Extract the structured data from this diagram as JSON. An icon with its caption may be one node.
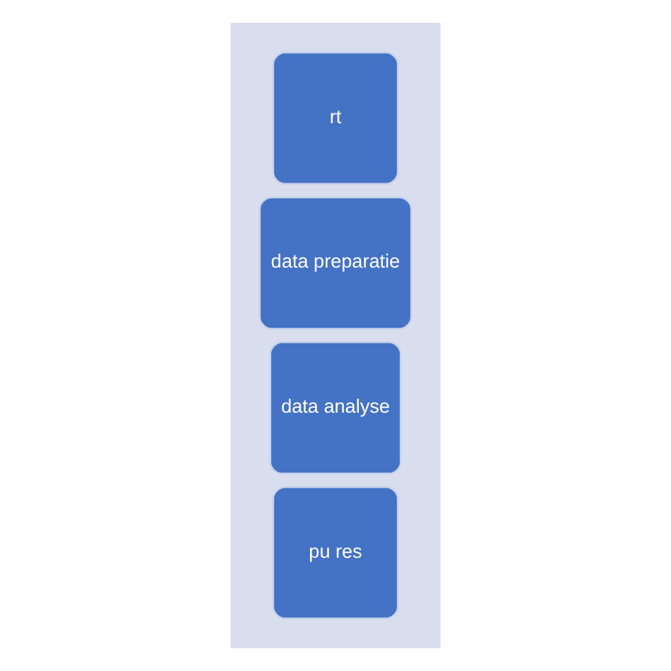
{
  "diagram": {
    "nodes": [
      {
        "text": [],
        "shape": "arrow"
      },
      {
        "text": [
          "rt"
        ],
        "in": 0
      },
      {
        "text": [
          "data preparatie"
        ],
        "in": 0
      },
      {
        "text": [
          "data analyse"
        ],
        "in": 0
      },
      {
        "text": [
          "pu res"
        ],
        "in": 0
      }
    ],
    "edges": []
  }
}
